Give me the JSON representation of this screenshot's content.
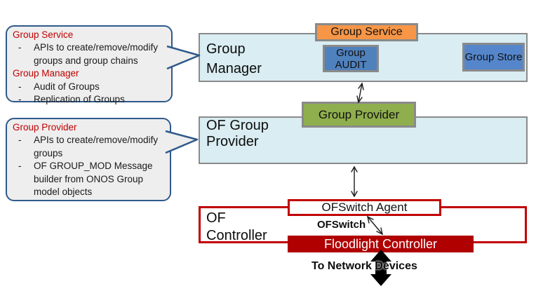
{
  "callouts": [
    {
      "items": [
        {
          "style": "header",
          "text": "Group Service"
        },
        {
          "style": "bullet",
          "text": "APIs to create/remove/modify groups and group chains"
        },
        {
          "style": "header",
          "text": "Group Manager"
        },
        {
          "style": "bullet",
          "text": "Audit of Groups"
        },
        {
          "style": "bullet",
          "text": "Replication of Groups"
        }
      ]
    },
    {
      "items": [
        {
          "style": "header",
          "text": "Group Provider"
        },
        {
          "style": "bullet",
          "text": "APIs to create/remove/modify groups"
        },
        {
          "style": "bullet",
          "text": "OF GROUP_MOD Message builder from ONOS Group model objects"
        }
      ]
    }
  ],
  "diagram": {
    "group_manager_label": "Group Manager",
    "group_service_label": "Group Service",
    "group_audit_label": "Group AUDIT",
    "group_store_label": "Group Store",
    "group_provider_label": "Group Provider",
    "of_group_provider_label": "OF Group Provider",
    "of_controller_label": "OF Controller",
    "ofswitch_agent_label": "OFSwitch Agent",
    "ofswitch_label": "OFSwitch",
    "floodlight_label": "Floodlight Controller",
    "to_network_label": "To Network Devices"
  },
  "colors": {
    "layer_fill": "#d9edf2",
    "layer_border": "#8a8a8a",
    "service_orange": "#f79646",
    "audit_blue": "#4f81bd",
    "store_blue": "#5586cb",
    "provider_green": "#8fae4d",
    "controller_red": "#c00000",
    "floodlight_fill": "#b00000",
    "callout_fill": "#eeeeee",
    "callout_border": "#2f5a8b",
    "callout_header_red": "#c00000",
    "arrow_black": "#1a1a1a"
  }
}
